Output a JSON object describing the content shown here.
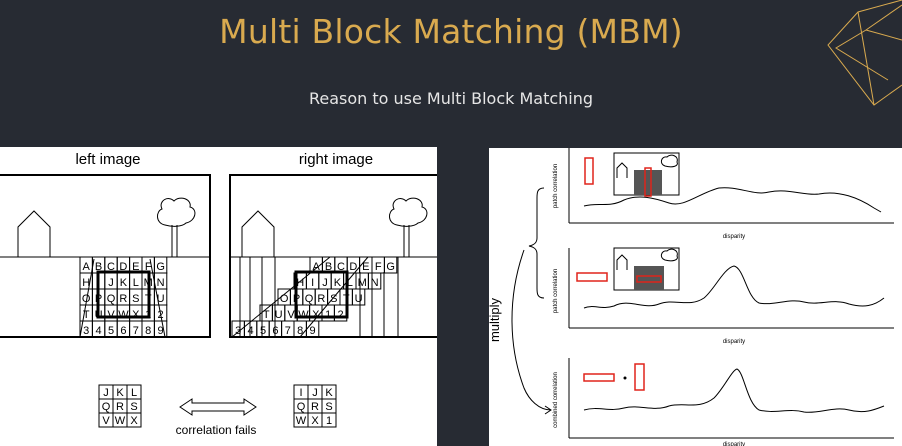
{
  "slide": {
    "title": "Multi Block Matching (MBM)",
    "subtitle": "Reason to use Multi Block Matching",
    "accent_color": "#d9aa4f",
    "background_color": "#272b33"
  },
  "left_figure": {
    "left_label": "left image",
    "right_label": "right image",
    "correlation_label": "correlation fails",
    "grid_left_rows": [
      [
        "A",
        "B",
        "C",
        "D",
        "E",
        "F",
        "G"
      ],
      [
        "H",
        "I",
        "J",
        "K",
        "L",
        "M",
        "N"
      ],
      [
        "O",
        "P",
        "Q",
        "R",
        "S",
        "T",
        "U"
      ],
      [
        "T",
        "U",
        "V",
        "W",
        "X",
        "1",
        "2"
      ],
      [
        "3",
        "4",
        "5",
        "6",
        "7",
        "8",
        "9"
      ]
    ],
    "grid_right_rows": [
      [
        "A",
        "B",
        "C",
        "D",
        "E",
        "F",
        "G"
      ],
      [
        "H",
        "I",
        "J",
        "K",
        "L",
        "M",
        "N"
      ],
      [
        "O",
        "P",
        "Q",
        "R",
        "S",
        "T",
        "U"
      ],
      [
        "T",
        "U",
        "V",
        "W",
        "X",
        "1",
        "2"
      ],
      [
        "3",
        "4",
        "5",
        "6",
        "7",
        "8",
        "9"
      ]
    ],
    "patch_left": [
      [
        "J",
        "K",
        "L"
      ],
      [
        "Q",
        "R",
        "S"
      ],
      [
        "V",
        "W",
        "X"
      ]
    ],
    "patch_right": [
      [
        "I",
        "J",
        "K"
      ],
      [
        "Q",
        "R",
        "S"
      ],
      [
        "W",
        "X",
        "1"
      ]
    ]
  },
  "right_figure": {
    "ylabel_top": "patch correlation",
    "ylabel_mid": "patch correlation",
    "ylabel_bottom": "combined correlation",
    "xlabel": "disparity",
    "multiply_label": "multiply",
    "marker_color": "#e0241b"
  }
}
